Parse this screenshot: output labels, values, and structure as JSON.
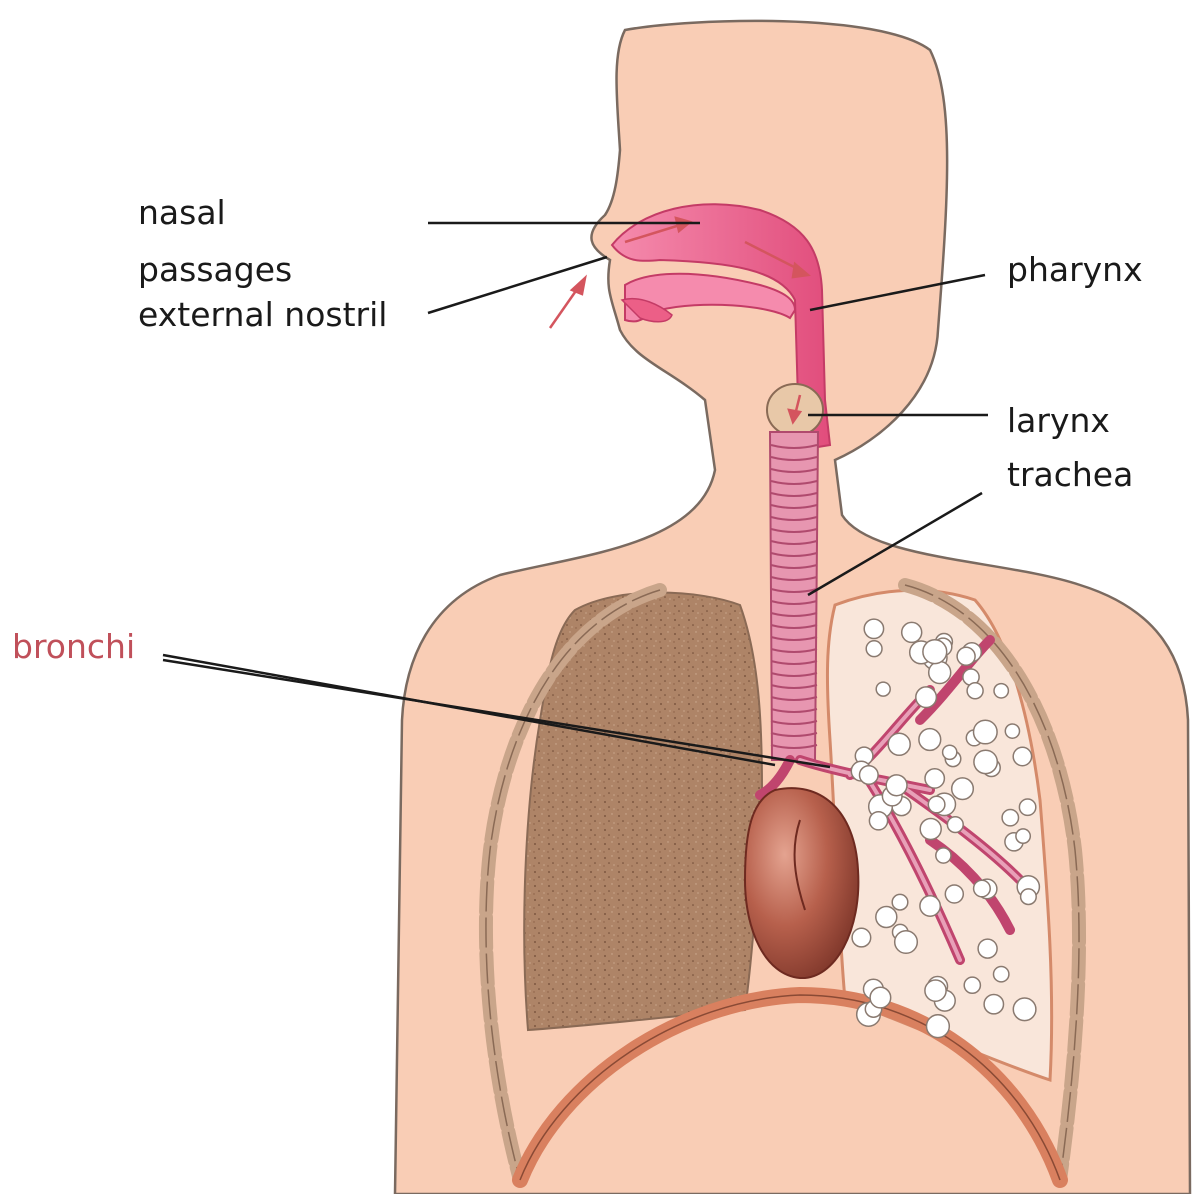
{
  "labels": {
    "nasal": "nasal",
    "passages": "passages",
    "external_nostril": "external nostril",
    "pharynx": "pharynx",
    "larynx": "larynx",
    "trachea": "trachea",
    "bronchi": "bronchi"
  },
  "colors": {
    "skin": "#f9cdb5",
    "outline": "#7a6a60",
    "airway": "#ec5f87",
    "airway_dark": "#c43b66",
    "trachea": "#e796b0",
    "lung_left": "#ae8467",
    "lung_right_bg": "#f9e0d2",
    "heart": "#b05a48",
    "rib": "#c9a58a",
    "diaphragm": "#d9805f",
    "arrow": "#d4555e",
    "label_text": "#1a1a1a",
    "bronchi_label": "#c0505a"
  }
}
